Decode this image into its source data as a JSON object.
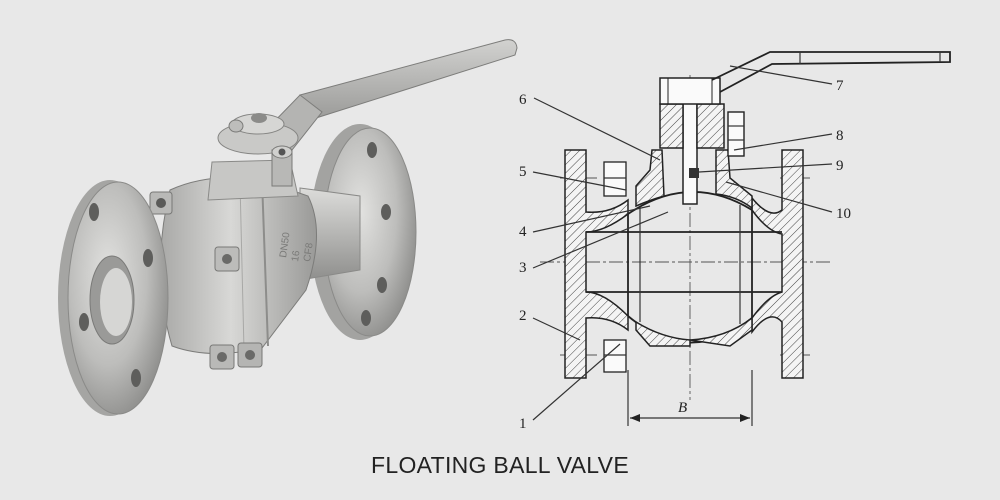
{
  "caption": "FLOATING BALL VALVE",
  "photo_marking": [
    "DN50",
    "16",
    "CF8"
  ],
  "callouts": [
    "1",
    "2",
    "3",
    "4",
    "5",
    "6",
    "7",
    "8",
    "9",
    "10"
  ],
  "dimension_label": "B"
}
